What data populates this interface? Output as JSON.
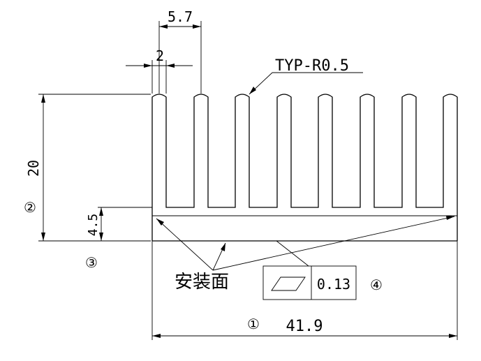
{
  "dimensions": {
    "pitch": "5.7",
    "fin_thickness": "2",
    "fin_radius": "TYP-R0.5",
    "height": "20",
    "base_thickness": "4.5",
    "width": "41.9"
  },
  "flatness": {
    "symbol": "parallelogram-flatness-icon",
    "tolerance": "0.13"
  },
  "mounting_surface_label": "安装面",
  "callouts": {
    "c1": "①",
    "c2": "②",
    "c3": "③",
    "c4": "④"
  }
}
